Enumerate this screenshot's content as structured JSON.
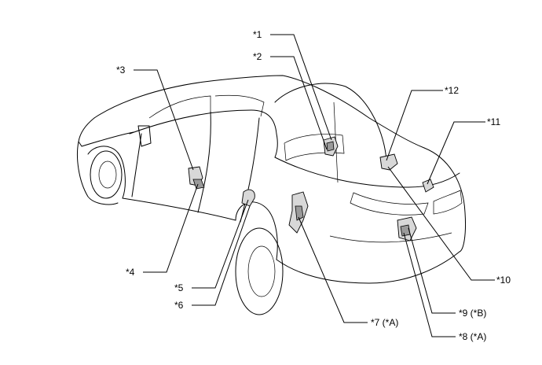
{
  "callouts": [
    {
      "id": "c1",
      "label": "*1"
    },
    {
      "id": "c2",
      "label": "*2"
    },
    {
      "id": "c3",
      "label": "*3"
    },
    {
      "id": "c4",
      "label": "*4"
    },
    {
      "id": "c5",
      "label": "*5"
    },
    {
      "id": "c6",
      "label": "*6"
    },
    {
      "id": "c7",
      "label": "*7 (*A)"
    },
    {
      "id": "c8",
      "label": "*8 (*A)"
    },
    {
      "id": "c9",
      "label": "*9 (*B)"
    },
    {
      "id": "c10",
      "label": "*10"
    },
    {
      "id": "c11",
      "label": "*11"
    },
    {
      "id": "c12",
      "label": "*12"
    }
  ]
}
